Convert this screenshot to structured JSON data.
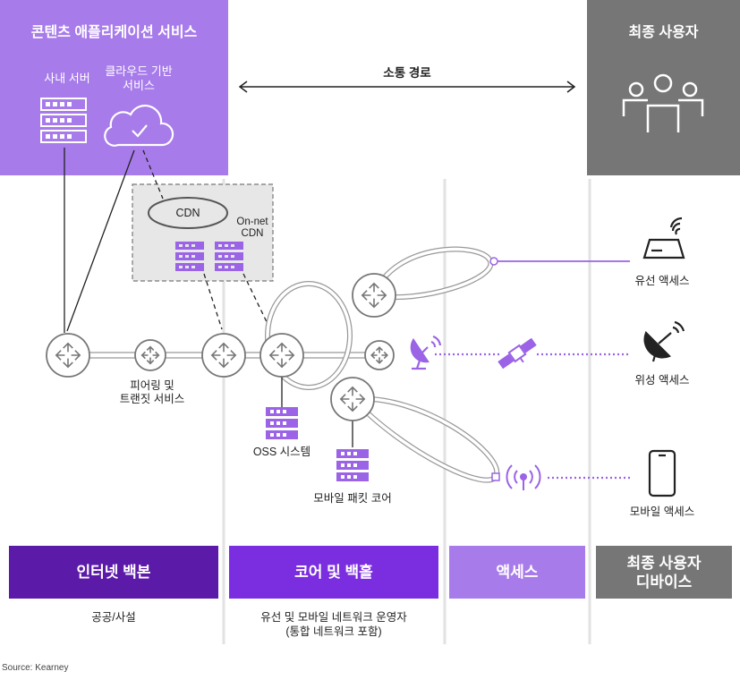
{
  "header": {
    "content_app_title": "콘텐츠 애플리케이션 서비스",
    "internal_server": "사내 서버",
    "cloud_service": "클라우드 기반\n서비스",
    "communication_path": "소통 경로",
    "end_user_title": "최종 사용자"
  },
  "cdn": {
    "cdn_label": "CDN",
    "onnet_label": "On-net\nCDN"
  },
  "nodes": {
    "peering": "피어링 및\n트랜짓 서비스",
    "oss": "OSS 시스템",
    "mobile_packet_core": "모바일 패킷 코어"
  },
  "access": {
    "wired": "유선 액세스",
    "satellite": "위성 액세스",
    "mobile": "모바일 액세스"
  },
  "bands": [
    {
      "label": "인터넷 백본",
      "desc": "공공/사설",
      "color": "#5b1aa8"
    },
    {
      "label": "코어 및 백홀",
      "desc": "유선 및 모바일 네트워크 운영자\n(통합 네트워크 포함)",
      "color": "#7a2ee0"
    },
    {
      "label": "액세스",
      "desc": "",
      "color": "#a77bea"
    },
    {
      "label": "최종 사용자\n디바이스",
      "desc": "",
      "color": "#767676"
    }
  ],
  "source": "Source: Kearney",
  "colors": {
    "purple_dark": "#5b1aa8",
    "purple": "#a77bea",
    "gray": "#767676"
  }
}
